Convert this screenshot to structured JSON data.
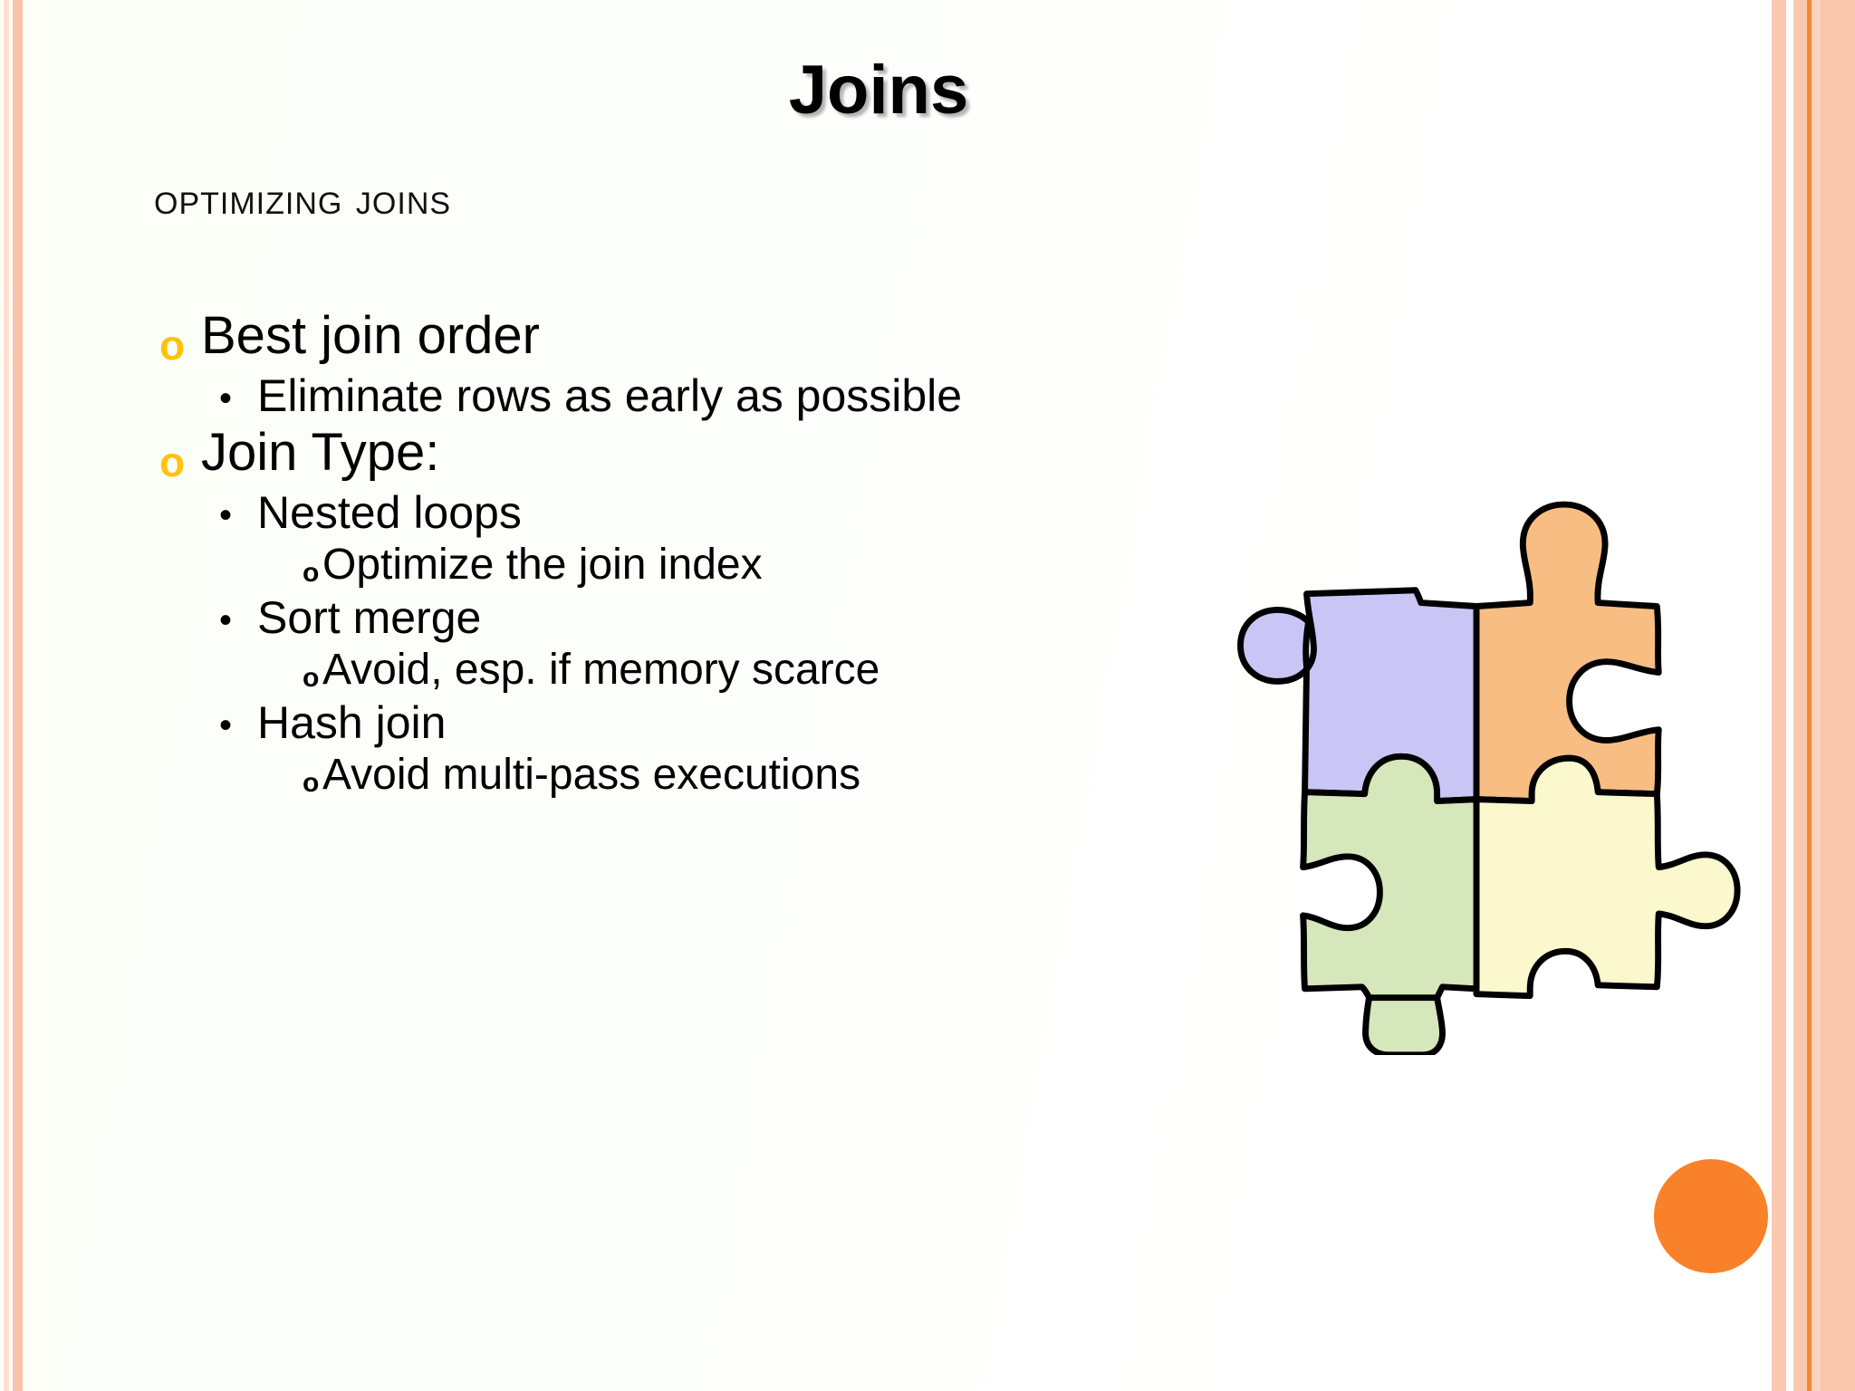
{
  "slide": {
    "title": "Joins",
    "subtitle": "Optimizing Joins",
    "bullets": [
      {
        "level": 1,
        "marker": "o",
        "text": "Best join order"
      },
      {
        "level": 2,
        "marker": "•",
        "text": "Eliminate rows as early as possible"
      },
      {
        "level": 1,
        "marker": "o",
        "text": "Join Type:"
      },
      {
        "level": 2,
        "marker": "•",
        "text": "Nested loops"
      },
      {
        "level": 3,
        "marker": "o",
        "text": "Optimize the join index"
      },
      {
        "level": 2,
        "marker": "•",
        "text": "Sort merge"
      },
      {
        "level": 3,
        "marker": "o",
        "text": "Avoid, esp. if memory scarce"
      },
      {
        "level": 2,
        "marker": "•",
        "text": "Hash join"
      },
      {
        "level": 3,
        "marker": "o",
        "text": "Avoid multi-pass executions"
      }
    ]
  },
  "graphics": {
    "puzzle": {
      "name": "jigsaw-puzzle-four-pieces",
      "pieces": [
        {
          "name": "top-left-piece",
          "color": "#c9c6f5"
        },
        {
          "name": "top-right-piece",
          "color": "#f7bd82"
        },
        {
          "name": "bottom-left-piece",
          "color": "#d5e7bb"
        },
        {
          "name": "bottom-right-piece",
          "color": "#fbf8ce"
        }
      ],
      "outline_color": "#000000"
    },
    "orange_dot_color": "#f9812a"
  },
  "theme": {
    "bullet_level1_color": "#ffc20e",
    "bullet_level2_color": "#000000",
    "bullet_level3_color": "#000000",
    "text_color": "#000000",
    "background_color": "#fdfffa",
    "stripe_light": "#fadfce",
    "stripe_medium": "#f9c3ab",
    "stripe_accent": "#f58634"
  }
}
